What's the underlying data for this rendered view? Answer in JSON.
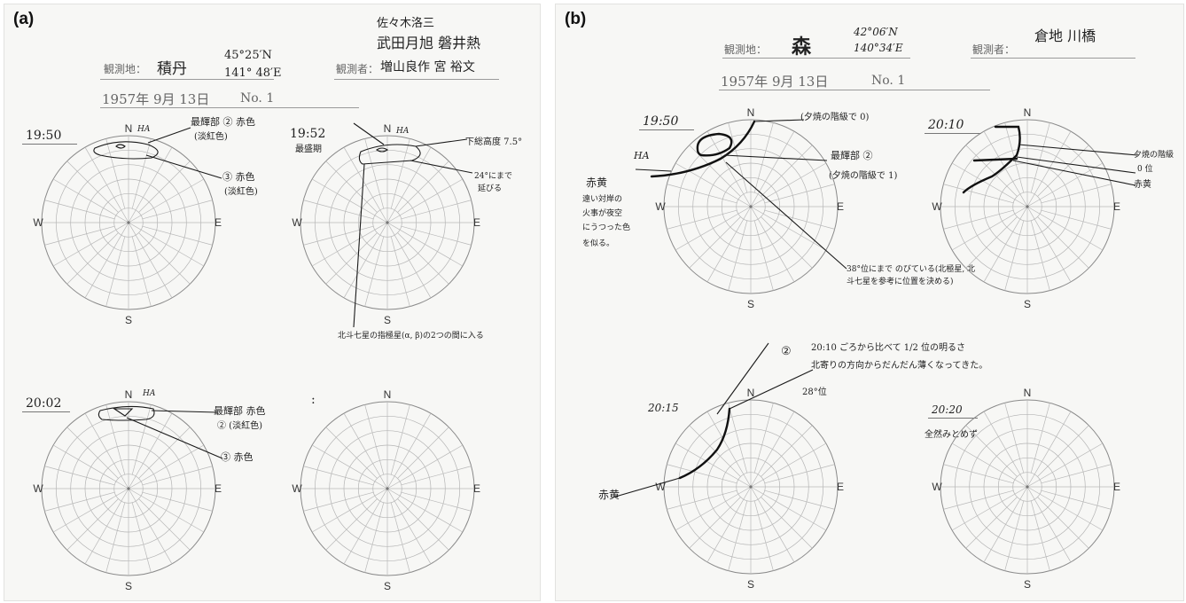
{
  "panel_a": {
    "label": "(a)",
    "observers_top": "佐々木洛三",
    "observers_line2": "武田月旭  磐井熱",
    "site_label": "観測地：",
    "site_name": "積丹",
    "lat": "45°25′N",
    "lon": "141° 48′E",
    "observer_label": "観測者：",
    "observer_names": "増山良作  宮 裕文",
    "date": "1957年 9月 13日",
    "number": "No. 1",
    "charts": [
      {
        "time": "19:50",
        "notes": [
          "最輝部 ② 赤色",
          "(淡紅色)",
          "③ 赤色",
          "(淡紅色)"
        ],
        "ha": "HA",
        "dirs": {
          "n": "N",
          "e": "E",
          "s": "S",
          "w": "W"
        }
      },
      {
        "time": "19:52",
        "sub": "最盛期",
        "notes": [
          "下総高度 7.5°",
          "24°にまで",
          "延びる",
          "北斗七星の指極星(α, β)の2つの間に入る"
        ],
        "ha": "HA",
        "dirs": {
          "n": "N",
          "e": "E",
          "s": "S",
          "w": "W"
        }
      },
      {
        "time": "20:02",
        "notes": [
          "最輝部 赤色",
          "② (淡紅色)",
          "③ 赤色"
        ],
        "ha": "HA",
        "dirs": {
          "n": "N",
          "e": "E",
          "s": "S",
          "w": "W"
        }
      },
      {
        "time": ":",
        "notes": [],
        "ha": "",
        "dirs": {
          "n": "N",
          "e": "E",
          "s": "S",
          "w": "W"
        }
      }
    ]
  },
  "panel_b": {
    "label": "(b)",
    "site_label": "観測地：",
    "site_name": "森",
    "lat": "42°06′N",
    "lon": "140°34′E",
    "observer_label": "観測者：",
    "observer_names": "倉地  川橋",
    "date": "1957年 9月 13日",
    "number": "No. 1",
    "charts": [
      {
        "time": "19:50",
        "notes": [
          "(夕焼の階級で 0)",
          "最輝部 ②",
          "(夕焼の階級で 1)",
          "38°位にまで のびている(北極星, 北斗七星を参考に位置を決める)",
          "HA",
          "赤黄",
          "遠い対岸の",
          "火事が夜空",
          "にうつった色",
          "を似る。"
        ],
        "dirs": {
          "n": "N",
          "e": "E",
          "s": "S",
          "w": "W"
        }
      },
      {
        "time": "20:10",
        "notes": [
          "夕焼の階級",
          "0 位",
          "赤黄"
        ],
        "dirs": {
          "n": "N",
          "e": "E",
          "s": "S",
          "w": "W"
        }
      },
      {
        "time": "20:15",
        "notes": [
          "②",
          "20:10 ごろから比べて 1/2 位の明るさ",
          "北寄りの方向からだんだん薄くなってきた。",
          "28°位",
          "赤黄"
        ],
        "dirs": {
          "n": "N",
          "e": "E",
          "s": "S",
          "w": "W"
        }
      },
      {
        "time": "20:20",
        "notes": [
          "全然みとめず"
        ],
        "dirs": {
          "n": "N",
          "e": "E",
          "s": "S",
          "w": "W"
        }
      }
    ]
  }
}
